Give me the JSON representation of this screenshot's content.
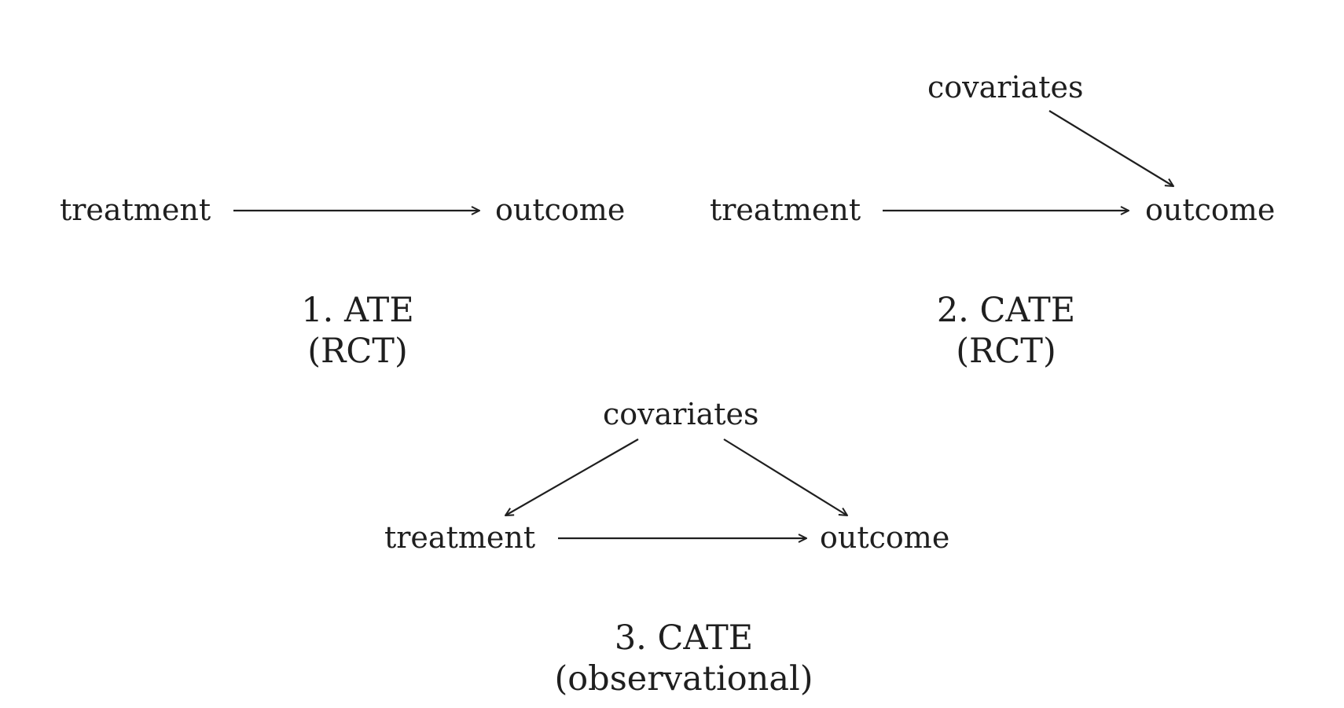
{
  "diagrams": [
    {
      "nodes": {
        "treatment": "treatment",
        "outcome": "outcome"
      },
      "caption": [
        "1. ATE",
        "(RCT)"
      ]
    },
    {
      "nodes": {
        "covariates": "covariates",
        "treatment": "treatment",
        "outcome": "outcome"
      },
      "caption": [
        "2. CATE",
        "(RCT)"
      ]
    },
    {
      "nodes": {
        "covariates": "covariates",
        "treatment": "treatment",
        "outcome": "outcome"
      },
      "caption": [
        "3. CATE",
        "(observational)"
      ]
    }
  ],
  "edges": [
    {
      "from": "treatment",
      "to": "outcome",
      "diagram": 1
    },
    {
      "from": "covariates",
      "to": "outcome",
      "diagram": 2
    },
    {
      "from": "treatment",
      "to": "outcome",
      "diagram": 2
    },
    {
      "from": "covariates",
      "to": "treatment",
      "diagram": 3
    },
    {
      "from": "covariates",
      "to": "outcome",
      "diagram": 3
    },
    {
      "from": "treatment",
      "to": "outcome",
      "diagram": 3
    }
  ]
}
